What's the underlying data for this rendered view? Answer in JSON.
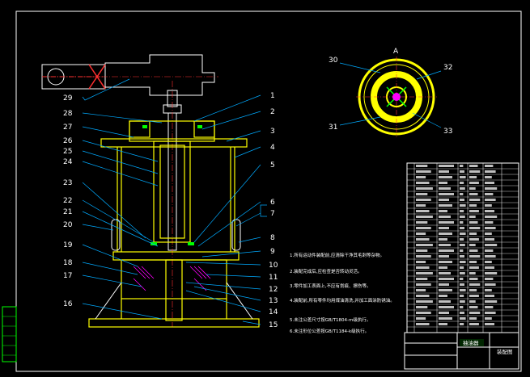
{
  "callouts_left": [
    "29",
    "28",
    "27",
    "26",
    "25",
    "24",
    "23",
    "22",
    "21",
    "20",
    "19",
    "18",
    "17",
    "16"
  ],
  "callouts_right": [
    "1",
    "2",
    "3",
    "4",
    "5",
    "6",
    "7",
    "8",
    "9",
    "10",
    "11",
    "12",
    "13",
    "14",
    "15"
  ],
  "callouts_top": [
    "30",
    "32",
    "31",
    "33"
  ],
  "notes": [
    "1.所有运动件装配前,应清除干净其毛刺等杂物。",
    "2.装配完成后,应检查是否转动灵活。",
    "3.零件加工表面上,不应有划痕、擦伤等。",
    "4.装配前,所有零件均用煤油清洗,并加工面涂防锈油。",
    "5.未注公差尺寸按GB/T1804-m级执行。",
    "6.未注形位公差按GB/T1184-k级执行。"
  ],
  "title_block": {
    "name": "抽油器",
    "drawing": "装配图"
  },
  "colors": {
    "bg": "#000000",
    "frame": "#ffffff",
    "part": "#ffff00",
    "leader": "#00aaff",
    "hatch": "#ff00ff",
    "center": "#ff3030",
    "green": "#00ff00"
  }
}
